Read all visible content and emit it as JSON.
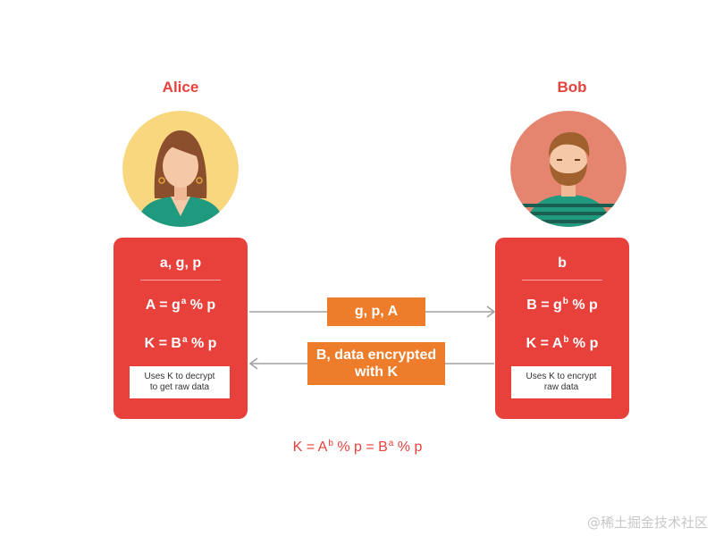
{
  "alice": {
    "name": "Alice",
    "params": "a, g, p",
    "public_base": "A = g",
    "public_exp": "a",
    "public_tail": " % p",
    "key_base": "K = B",
    "key_exp": "a",
    "key_tail": " % p",
    "note_line1": "Uses K to decrypt",
    "note_line2": "to get raw data"
  },
  "bob": {
    "name": "Bob",
    "params": "b",
    "public_base": "B = g",
    "public_exp": "b",
    "public_tail": " % p",
    "key_base": "K = A",
    "key_exp": "b",
    "key_tail": " % p",
    "note_line1": "Uses K to encrypt",
    "note_line2": "raw data"
  },
  "messages": {
    "to_bob": "g, p, A",
    "to_alice_line1": "B, data encrypted",
    "to_alice_line2": "with K"
  },
  "formula": {
    "part1": "K = A",
    "exp1": "b",
    "part2": " % p = B",
    "exp2": "a",
    "part3": " % p"
  },
  "watermark": "@稀土掘金技术社区",
  "colors": {
    "card": "#e8413c",
    "message": "#ee7d2b",
    "alice_avatar_bg": "#f9d77e",
    "bob_avatar_bg": "#e6856f",
    "arrow": "#a0a0a0"
  }
}
